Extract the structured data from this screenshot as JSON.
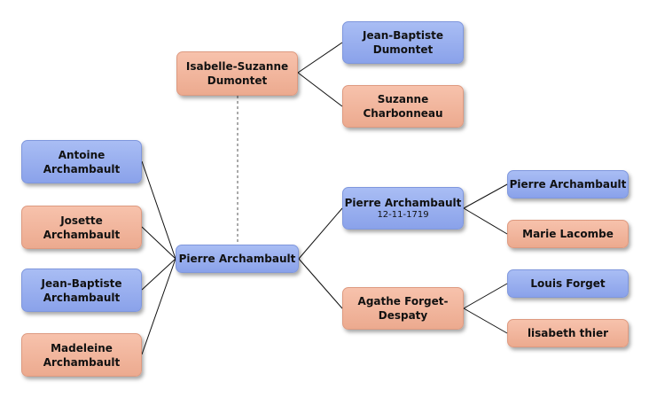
{
  "nodes": {
    "isabelle_suzanne_dumontet": "Isabelle-Suzanne Dumontet",
    "jean_baptiste_dumontet": "Jean-Baptiste Dumontet",
    "suzanne_charbonneau": "Suzanne Charbonneau",
    "antoine_archambault": "Antoine Archambault",
    "josette_archambault": "Josette Archambault",
    "jean_baptiste_archambault": "Jean-Baptiste Archambault",
    "madeleine_archambault": "Madeleine Archambault",
    "pierre_archambault_center": "Pierre Archambault",
    "pierre_archambault_father": "Pierre Archambault",
    "pierre_archambault_father_date": "12-11-1719",
    "agathe_forget_despaty": "Agathe Forget-Despaty",
    "pierre_archambault_grandfather": "Pierre Archambault",
    "marie_lacombe": "Marie Lacombe",
    "louis_forget": "Louis Forget",
    "lisabeth_thier": "lisabeth thier"
  },
  "colors": {
    "male_fill": "#98aeef",
    "female_fill": "#f1b59c",
    "connector": "#111111"
  }
}
